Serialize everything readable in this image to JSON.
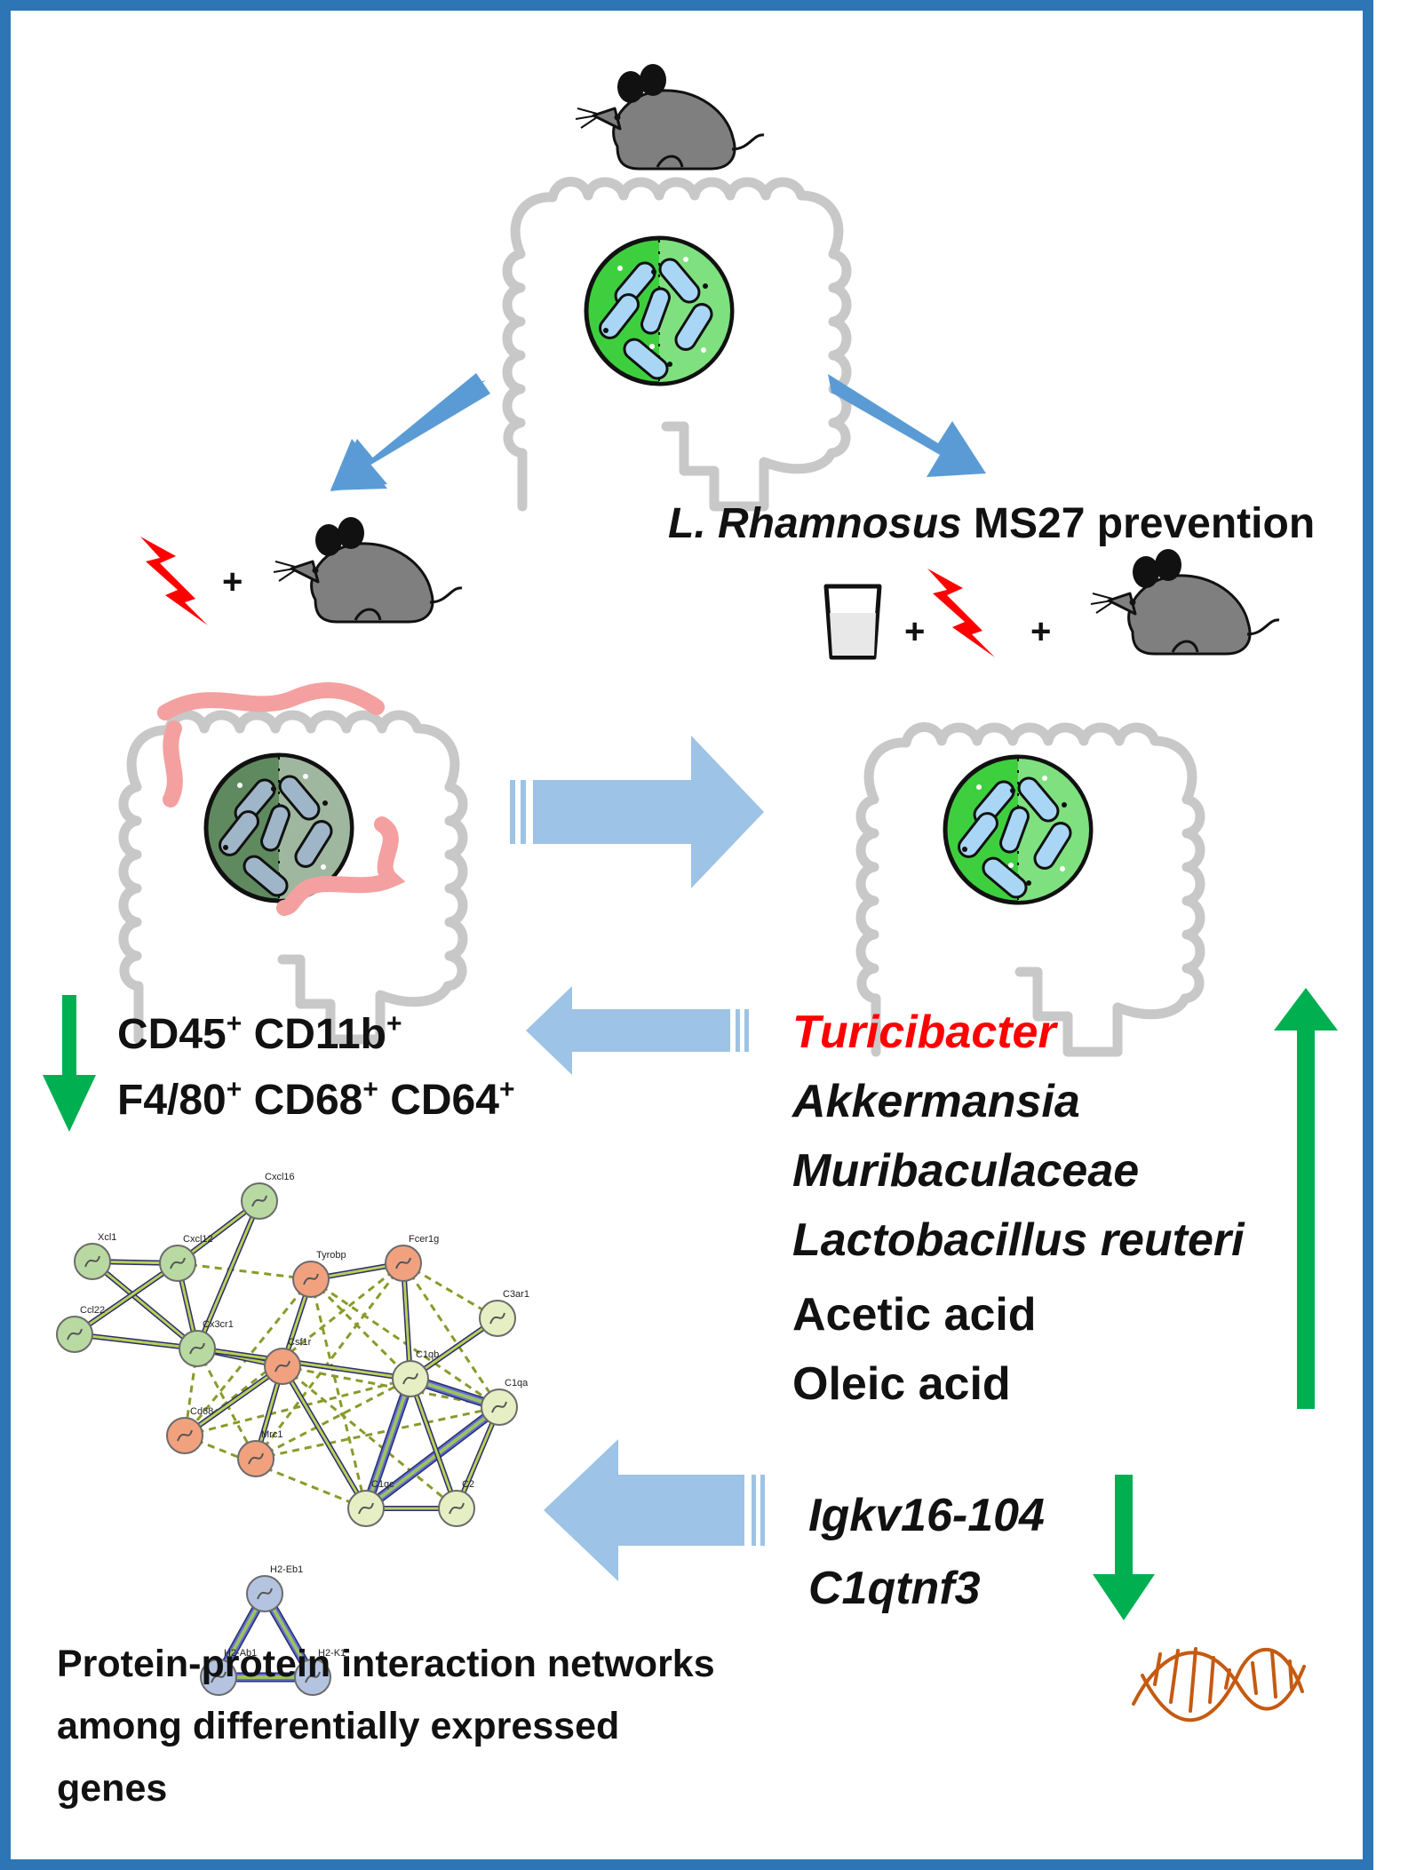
{
  "treatment_label": {
    "species": "L. Rhamnosus",
    "rest": "MS27 prevention"
  },
  "markers": {
    "line1": [
      "CD45",
      "CD11b"
    ],
    "line2": [
      "F4/80",
      "CD68",
      "CD64"
    ],
    "superscript": "+"
  },
  "plus_sign": "+",
  "taxa": [
    {
      "name": "Turicibacter",
      "color": "#ff0000"
    },
    {
      "name": "Akkermansia",
      "color": "#111111"
    },
    {
      "name": "Muribaculaceae",
      "color": "#111111"
    },
    {
      "name": "Lactobacillus reuteri",
      "color": "#111111"
    }
  ],
  "metabolites": [
    "Acetic acid",
    "Oleic acid"
  ],
  "genes": [
    "Igkv16-104",
    "C1qtnf3"
  ],
  "network_caption": "Protein-protein interaction networks among differentially expressed genes",
  "ppi_nodes": [
    {
      "id": "Cxcl16",
      "color": "#b9d9a2"
    },
    {
      "id": "Xcl1",
      "color": "#b9d9a2"
    },
    {
      "id": "Cxcl12",
      "color": "#b9d9a2"
    },
    {
      "id": "Ccl22",
      "color": "#b9d9a2"
    },
    {
      "id": "Cx3cr1",
      "color": "#b9d9a2"
    },
    {
      "id": "Tyrobp",
      "color": "#f2a17f"
    },
    {
      "id": "Fcer1g",
      "color": "#f2a17f"
    },
    {
      "id": "Csf1r",
      "color": "#f2a17f"
    },
    {
      "id": "Cd68",
      "color": "#f2a17f"
    },
    {
      "id": "Mrc1",
      "color": "#f2a17f"
    },
    {
      "id": "C3ar1",
      "color": "#e6efc3"
    },
    {
      "id": "C1qb",
      "color": "#e6efc3"
    },
    {
      "id": "C1qa",
      "color": "#e6efc3"
    },
    {
      "id": "C1qc",
      "color": "#e6efc3"
    },
    {
      "id": "C2",
      "color": "#e6efc3"
    },
    {
      "id": "H2-Eb1",
      "color": "#b4c4e0"
    },
    {
      "id": "H2-Ab1",
      "color": "#b4c4e0"
    },
    {
      "id": "H2-K1",
      "color": "#b4c4e0"
    }
  ],
  "colors": {
    "frame": "#2e75b6",
    "big_arrow": "#5b9bd5",
    "flow_arrow": "#9dc3e6",
    "green_arrow": "#00b050",
    "mouse": "#7f7f7f",
    "gut_outline": "#c8c8c8",
    "healthy_microbe": "#3ecf3e",
    "dysbiotic_microbe": "#5f8a5f",
    "inflammation": "#f4a0a0",
    "lightning": "#ff0000",
    "dna": "#c55a11"
  }
}
